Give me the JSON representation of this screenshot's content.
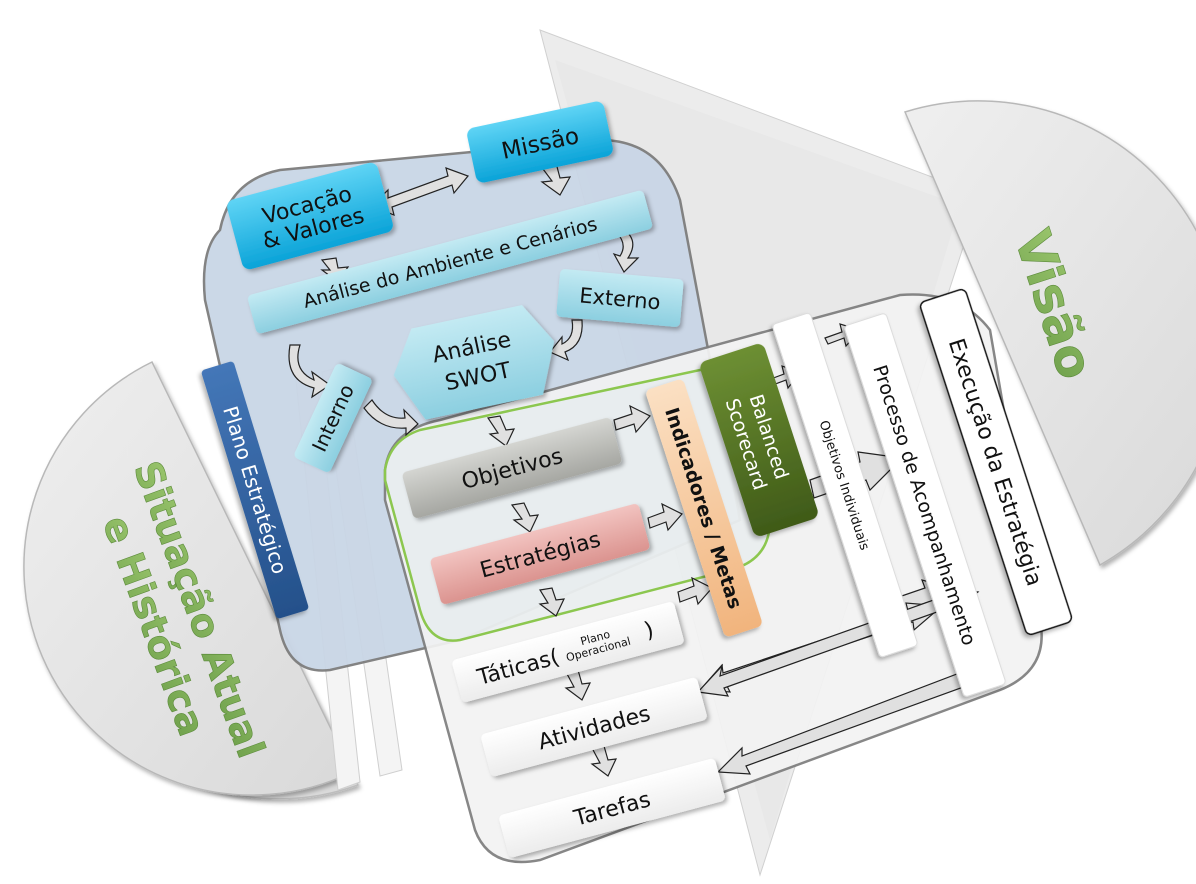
{
  "colors": {
    "mission_blue": "#18b6e6",
    "analysis_light_blue": "#9fd8e6",
    "plan_dark_blue": "#2f5f9f",
    "plan_panel": "#c9d6e6",
    "objetivos_gray": "#b8b9b4",
    "estrategias_pink": "#e7a9a5",
    "indicadores_orange": "#f6c79b",
    "bsc_green": "#4f6e22",
    "green_outline": "#8cc74f",
    "title_green": "#7fae5a",
    "half_disc_gray": "#e3e3e3"
  },
  "side_labels": {
    "left": "Situação Atual e Histórica",
    "left_line1": "Situação Atual",
    "left_line2": "e Histórica",
    "right": "Visão"
  },
  "plano_estrategico": "Plano Estratégico",
  "nodes": {
    "missao": "Missão",
    "vocacao_line1": "Vocação",
    "vocacao_line2": "& Valores",
    "analise_ambiente": "Análise do Ambiente e Cenários",
    "externo": "Externo",
    "interno": "Interno",
    "swot_line1": "Análise",
    "swot_line2": "SWOT",
    "objetivos": "Objetivos",
    "estrategias": "Estratégias",
    "indicadores_metas": "Indicadores / Metas",
    "balanced_line1": "Balanced",
    "balanced_line2": "Scorecard",
    "taticas": "Táticas(",
    "taticas_sub1": "Plano",
    "taticas_sub2": "Operacional",
    "taticas_close": ")",
    "atividades": "Atividades",
    "tarefas": "Tarefas",
    "objetivos_individuais": "Objetivos Individuais",
    "processo_acompanhamento": "Processo de Acompanhamento",
    "execucao_estrategia": "Execução da Estratégia"
  }
}
